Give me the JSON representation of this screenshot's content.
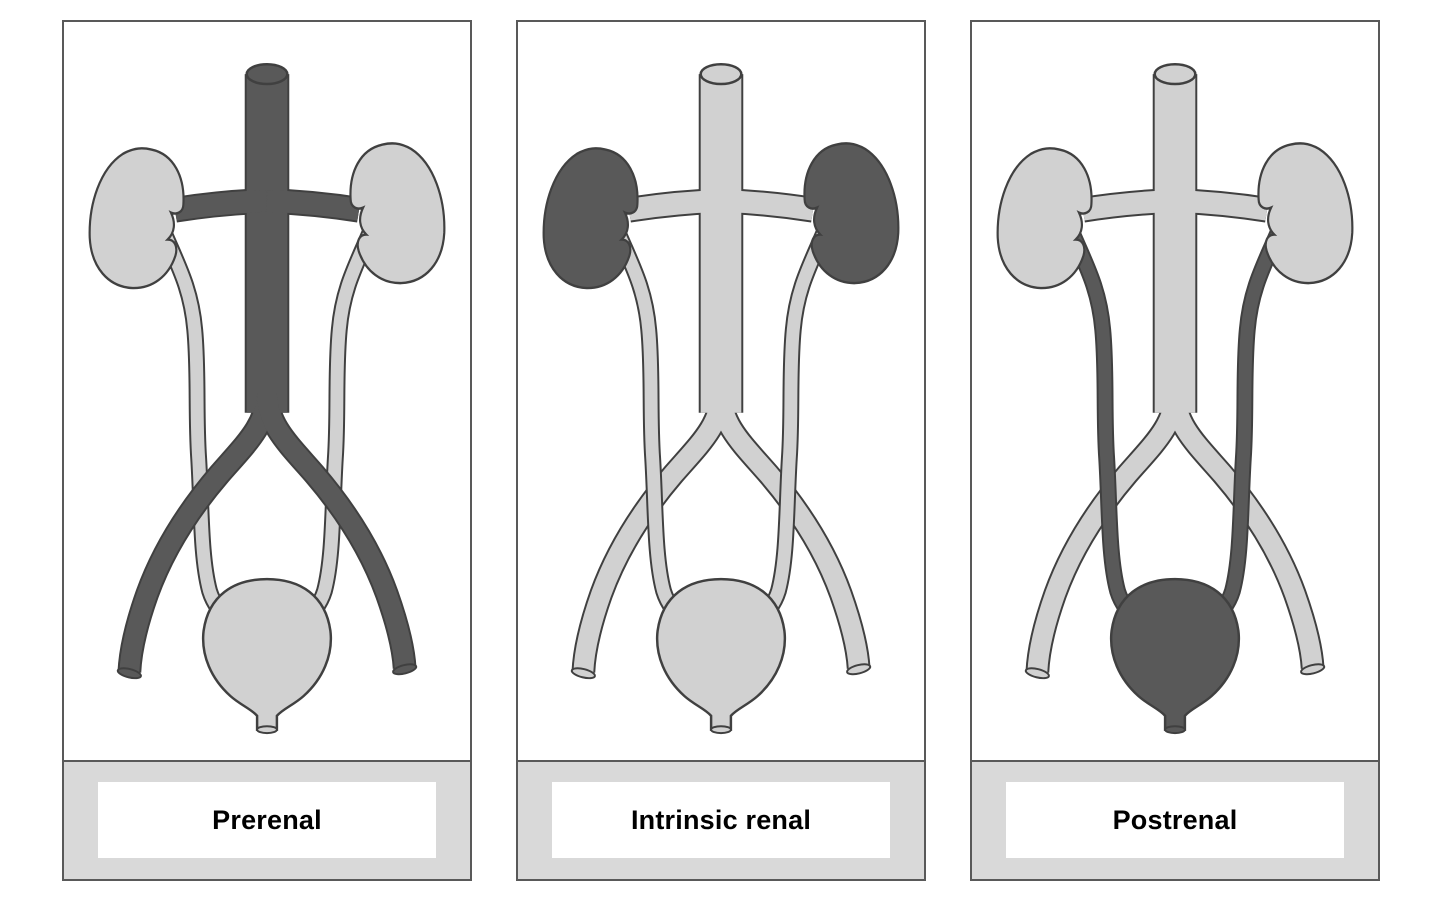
{
  "diagram": {
    "description_structures": [
      "kidneys",
      "renal-vessels-aorta-iliac",
      "ureters",
      "bladder"
    ],
    "panels": [
      {
        "label": "Prerenal",
        "highlight_key": "vessels",
        "highlighted_structure": "aorta, renal arteries and iliac vessels"
      },
      {
        "label": "Intrinsic renal",
        "highlight_key": "kidneys",
        "highlighted_structure": "kidneys"
      },
      {
        "label": "Postrenal",
        "highlight_key": "urinary",
        "highlighted_structure": "ureters and bladder"
      }
    ]
  },
  "colors": {
    "background": "#ffffff",
    "panel_border": "#595959",
    "strip_background": "#d9d9d9",
    "label_box_background": "#ffffff",
    "label_text": "#000000",
    "structure_light": "#d1d1d1",
    "structure_dark": "#595959",
    "outline": "#404040"
  }
}
